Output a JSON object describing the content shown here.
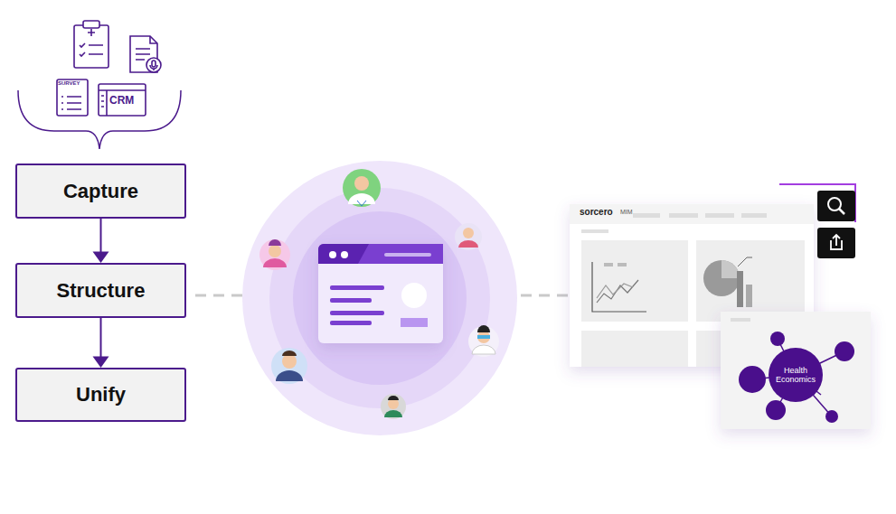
{
  "diagram": {
    "nodes": [
      {
        "text": [
          "Capture"
        ]
      },
      {
        "text": [
          "Structure"
        ]
      },
      {
        "text": [
          "Unify"
        ]
      },
      {
        "text": [
          "Health Economics"
        ]
      }
    ],
    "edges": [
      {
        "from": 0,
        "to": 1,
        "arrow": "to"
      },
      {
        "from": 1,
        "to": 2,
        "arrow": "to"
      }
    ],
    "labels": [
      "SURVEY",
      "CRM",
      "sorcero",
      "MIM"
    ]
  }
}
